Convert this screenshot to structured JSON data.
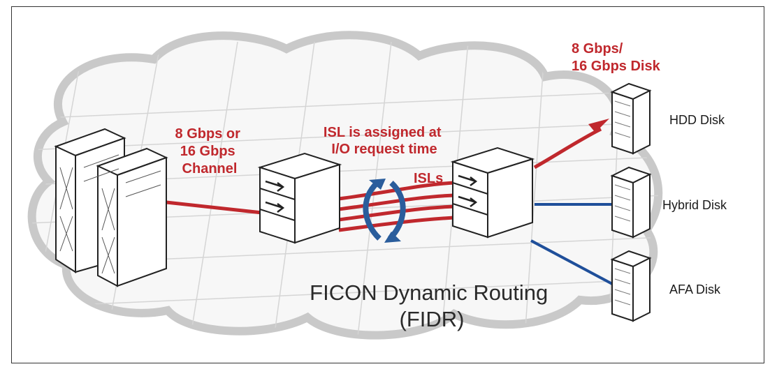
{
  "labels": {
    "channel": [
      "8 Gbps or",
      "16 Gbps",
      "Channel"
    ],
    "isl_note": [
      "ISL is assigned at",
      "I/O request time"
    ],
    "isls": "ISLs",
    "disk_speed": [
      "8 Gbps/",
      "16 Gbps Disk"
    ],
    "hdd": "HDD Disk",
    "hybrid": "Hybrid Disk",
    "afa": "AFA Disk",
    "caption": [
      "FICON Dynamic Routing",
      "(FIDR)"
    ]
  },
  "colors": {
    "red_link": "#c0282d",
    "blue_link": "#1f4f9a",
    "cloud": "#c9c9c9",
    "arrow_blue": "#2a5d9c"
  },
  "icons": {
    "mainframe": "mainframe-server-icon",
    "switch": "fibre-channel-switch-icon",
    "disk": "disk-storage-tower-icon",
    "rotate": "rotate-arrows-icon"
  }
}
